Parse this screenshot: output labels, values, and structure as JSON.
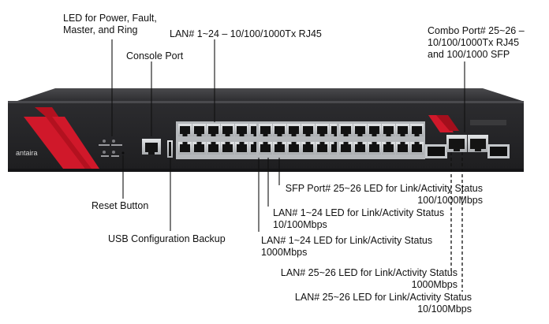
{
  "brand": "antaira",
  "labels": {
    "led_power": "LED for Power, Fault,\nMaster, and Ring",
    "lan_ports": "LAN# 1~24 – 10/100/1000Tx RJ45",
    "console": "Console Port",
    "combo": "Combo Port# 25~26 –\n10/100/1000Tx RJ45\nand 100/1000 SFP",
    "reset": "Reset Button",
    "usb": "USB Configuration Backup",
    "sfp_led": "SFP Port# 25~26 LED for Link/Activity Status\n100/1000Mbps",
    "lan_led_10_100": "LAN# 1~24 LED for Link/Activity Status\n10/100Mbps",
    "lan_led_1000": "LAN# 1~24 LED for Link/Activity Status\n1000Mbps",
    "lan25_led_1000": "LAN# 25~26 LED for Link/Activity Status\n1000Mbps",
    "lan25_led_10_100": "LAN# 25~26 LED for Link/Activity Status\n10/100Mbps"
  },
  "colors": {
    "chassis": "#2a2a2c",
    "chassis_top": "#3c3c3f",
    "accent_red": "#d0182a",
    "port_metal": "#c9cccf",
    "text": "#111111"
  }
}
